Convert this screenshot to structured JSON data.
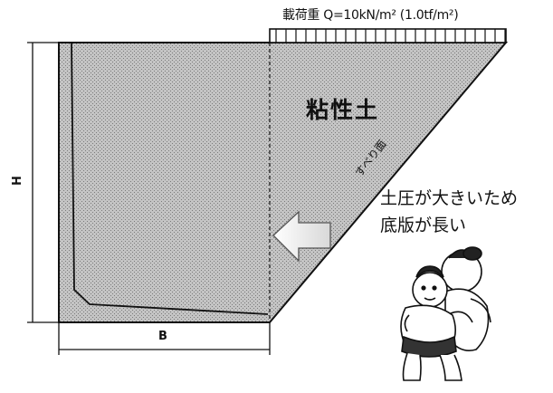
{
  "labels": {
    "surcharge_load": "載荷重 Q=10kN/m² (1.0tf/m²)",
    "cohesive_soil": "粘性土",
    "slip_surface": "すべり面",
    "note_line1": "土圧が大きいため",
    "note_line2": "底版が長い",
    "height_dim": "H",
    "width_dim": "B"
  },
  "icons": {
    "earth_pressure_arrow": "left-arrow-icon",
    "sumo_wrestlers": "sumo-wrestlers-illustration"
  },
  "colors": {
    "soil_fill": "#b8b8b8",
    "line": "#111111",
    "arrow_fill": "#f4f4f4",
    "skin": "#ffffff"
  }
}
